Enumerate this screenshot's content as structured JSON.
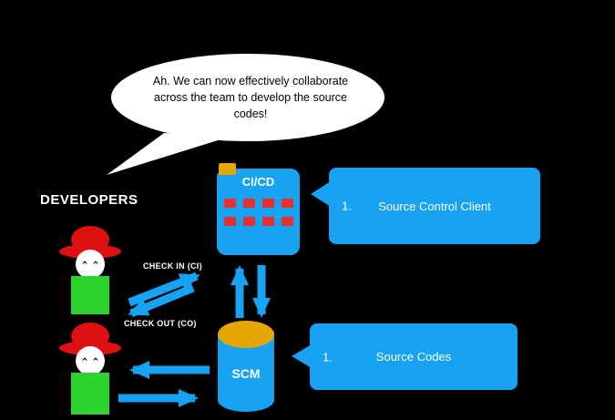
{
  "speech_bubble": {
    "text": "Ah. We can now effectively collaborate across the team to develop the source codes!"
  },
  "developers": {
    "label": "DEVELOPERS",
    "face": "^ ^"
  },
  "arrows": {
    "check_in_label": "CHECK IN (CI)",
    "check_out_label": "CHECK OUT (CO)"
  },
  "cicd": {
    "title": "CI/CD"
  },
  "scm": {
    "title": "SCM"
  },
  "callouts": {
    "source_control_client": {
      "number": "1.",
      "label": "Source Control Client"
    },
    "source_codes": {
      "number": "1.",
      "label": "Source Codes"
    }
  },
  "colors": {
    "background": "#000000",
    "accent_blue": "#17a2f2",
    "red": "#e53030",
    "hat_red": "#dd1111",
    "green": "#2fd32f",
    "yellow": "#e6a502",
    "bubble": "#ffffff"
  }
}
